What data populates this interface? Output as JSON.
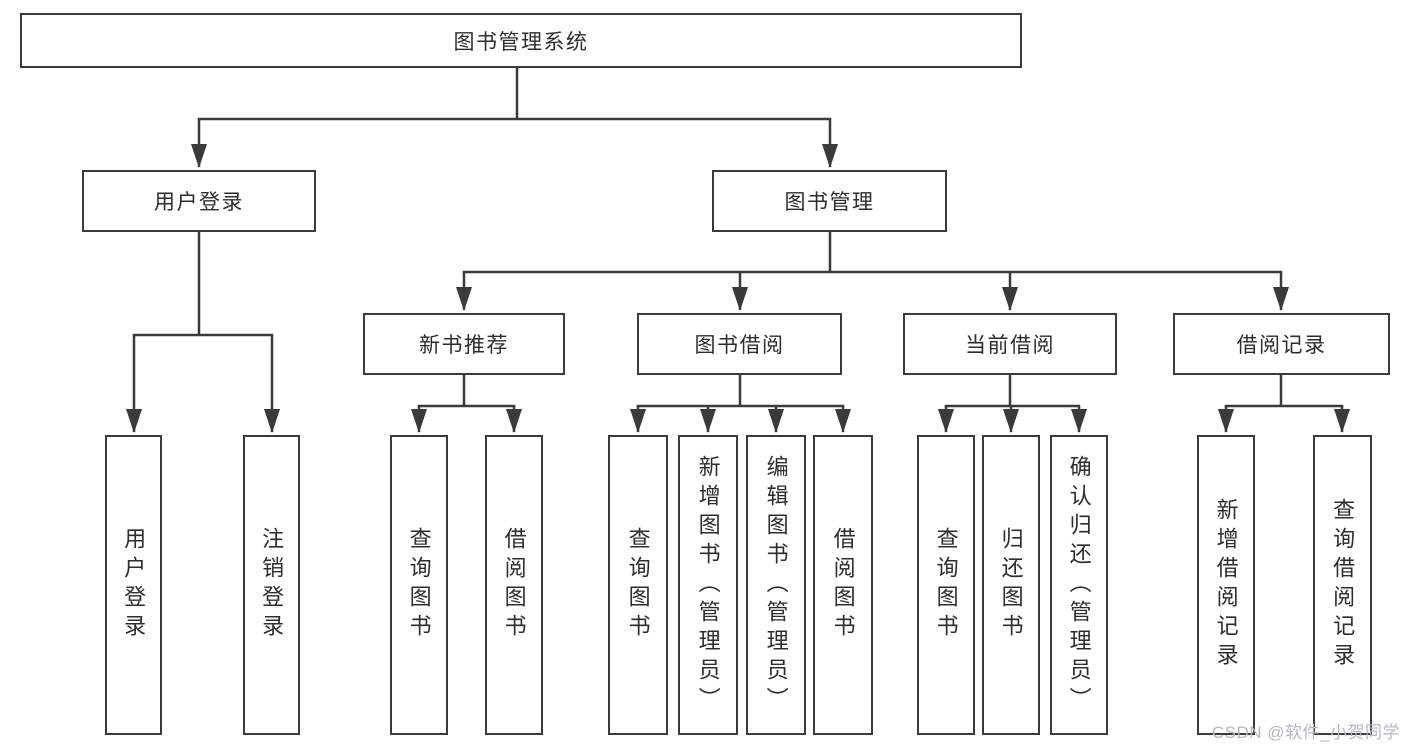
{
  "tree": {
    "root": {
      "label": "图书管理系统"
    },
    "branches": [
      {
        "label": "用户登录",
        "children": [
          {
            "label": "用户登录"
          },
          {
            "label": "注销登录"
          }
        ]
      },
      {
        "label": "图书管理",
        "children": [
          {
            "label": "新书推荐",
            "children": [
              {
                "label": "查询图书"
              },
              {
                "label": "借阅图书"
              }
            ]
          },
          {
            "label": "图书借阅",
            "children": [
              {
                "label": "查询图书"
              },
              {
                "label": "新增图书（管理员）"
              },
              {
                "label": "编辑图书（管理员）"
              },
              {
                "label": "借阅图书"
              }
            ]
          },
          {
            "label": "当前借阅",
            "children": [
              {
                "label": "查询图书"
              },
              {
                "label": "归还图书"
              },
              {
                "label": "确认归还（管理员）"
              }
            ]
          },
          {
            "label": "借阅记录",
            "children": [
              {
                "label": "新增借阅记录"
              },
              {
                "label": "查询借阅记录"
              }
            ]
          }
        ]
      }
    ]
  },
  "watermark": {
    "text": "CSDN @软件_小贺同学"
  },
  "colors": {
    "line": "#3a3a3a",
    "text": "#2d2d2d",
    "background": "#ffffff",
    "watermark": "#b5b9bf"
  }
}
